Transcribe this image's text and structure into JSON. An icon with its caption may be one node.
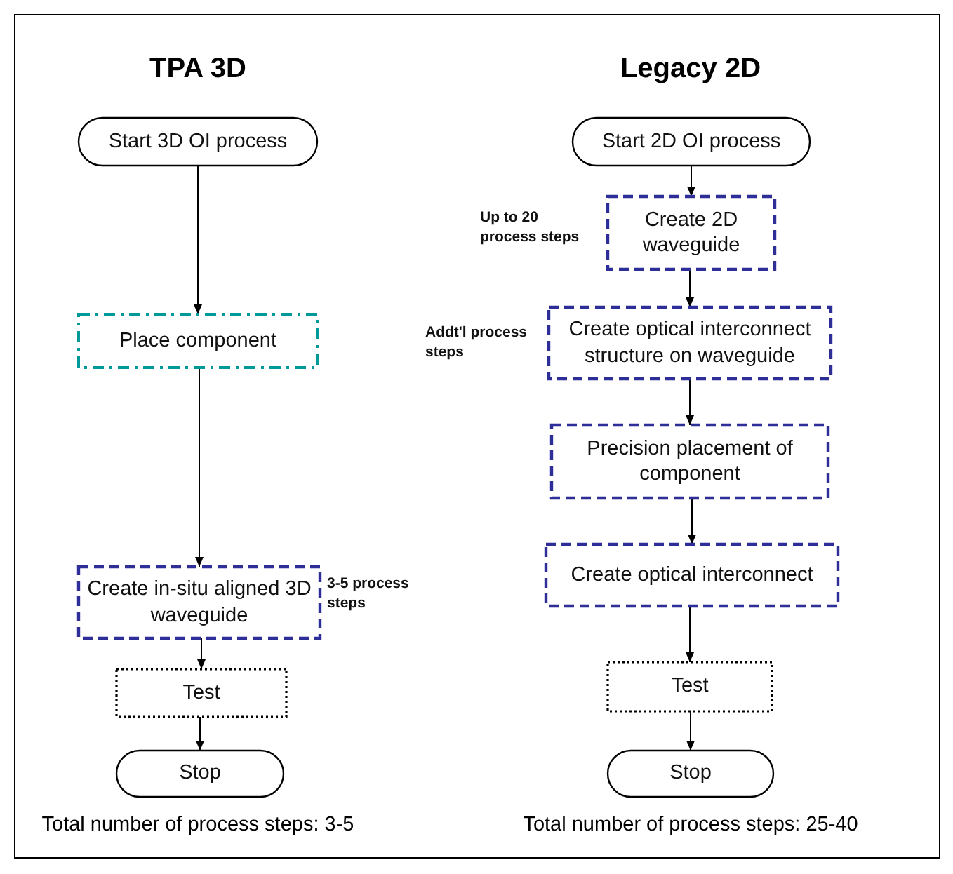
{
  "diagram": {
    "nodes": [
      {
        "text": [
          "Start 3D OI process"
        ]
      },
      {
        "text": [
          "Place component"
        ]
      },
      {
        "text": [
          "Create in-situ aligned 3D waveguide"
        ],
        "beside": [
          "3-5 process steps"
        ]
      },
      {
        "text": [
          "Test"
        ]
      },
      {
        "text": [
          "Stop"
        ]
      },
      {
        "text": [
          "Start 2D OI process"
        ]
      },
      {
        "text": [
          "Create 2D waveguide"
        ],
        "beside": [
          "Up to 20 process steps"
        ]
      },
      {
        "text": [
          "Create optical interconnect structure on waveguide"
        ],
        "beside": [
          "Addt'l process steps"
        ]
      },
      {
        "text": [
          "Precision placement of component"
        ]
      },
      {
        "text": [
          "Create optical interconnect"
        ]
      },
      {
        "text": [
          "Test"
        ]
      },
      {
        "text": [
          "Stop"
        ]
      }
    ],
    "edges": [
      {
        "from": 0,
        "to": 1,
        "arrow": "to"
      },
      {
        "from": 1,
        "to": 2,
        "arrow": "to"
      },
      {
        "from": 2,
        "to": 3,
        "arrow": "to"
      },
      {
        "from": 3,
        "to": 4,
        "arrow": "to"
      },
      {
        "from": 5,
        "to": 6,
        "arrow": "to"
      },
      {
        "from": 6,
        "to": 7,
        "arrow": "to"
      },
      {
        "from": 7,
        "to": 8,
        "arrow": "to"
      },
      {
        "from": 8,
        "to": 9,
        "arrow": "to"
      },
      {
        "from": 9,
        "to": 10,
        "arrow": "to"
      },
      {
        "from": 10,
        "to": 11,
        "arrow": "to"
      }
    ],
    "labels": [
      "TPA 3D",
      "Legacy 2D",
      "Total number of process steps: 3-5",
      "Total number of process steps: 25-40"
    ]
  }
}
